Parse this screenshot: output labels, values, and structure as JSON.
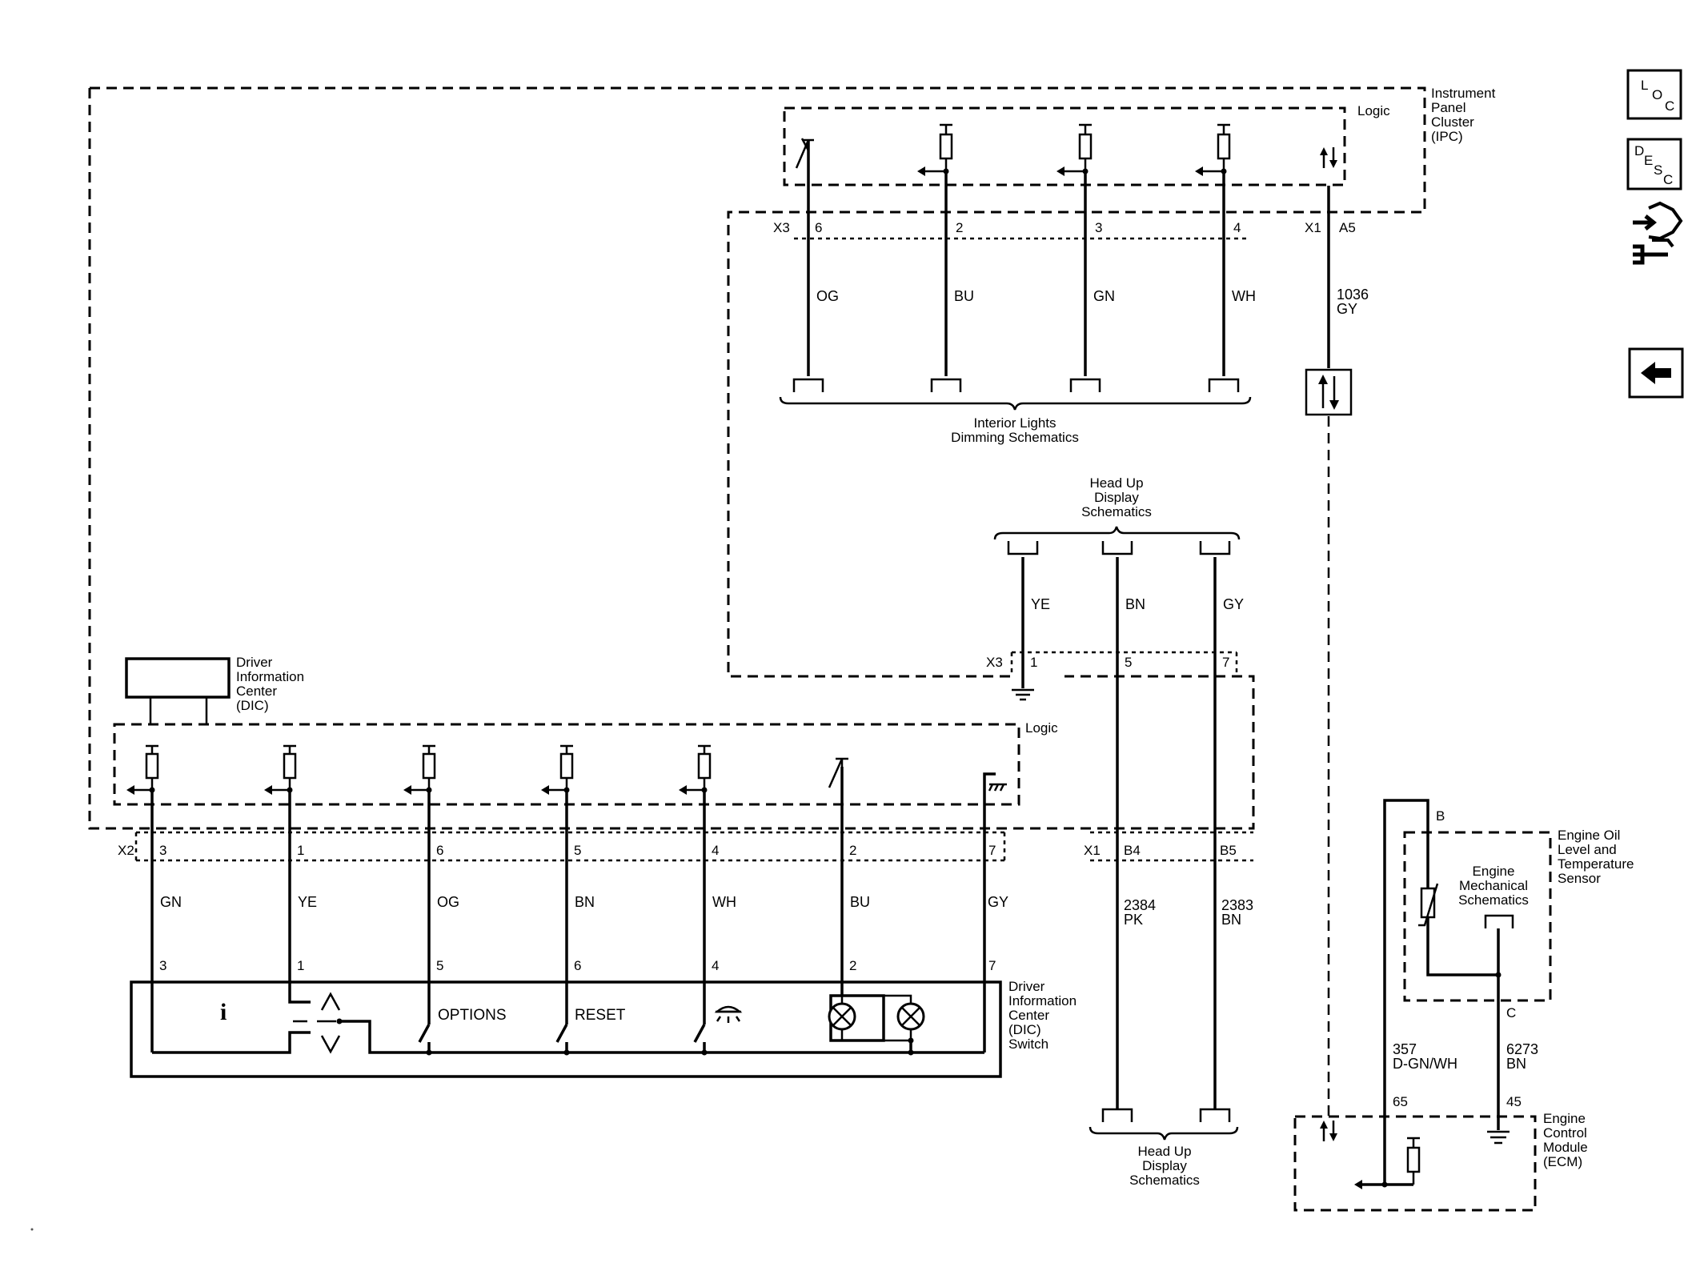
{
  "ipc": {
    "name": "Instrument Panel Cluster (IPC)",
    "name_lines": [
      "Instrument",
      "Panel",
      "Cluster",
      "(IPC)"
    ],
    "logic": "Logic",
    "x3": "X3",
    "x1": "X1",
    "pins": [
      "6",
      "2",
      "3",
      "4"
    ],
    "pin_a5": "A5",
    "wires": [
      "OG",
      "BU",
      "GN",
      "WH"
    ],
    "wire_1036_circuit": "1036",
    "wire_1036_color": "GY",
    "x3b": "X3",
    "x1b": "X1",
    "hud_pins": [
      "1",
      "5",
      "7",
      "B4",
      "B5"
    ],
    "x2": "X2",
    "dic_pins": [
      "3",
      "1",
      "6",
      "5",
      "4",
      "2",
      "7"
    ]
  },
  "interior_lights": [
    "Interior Lights",
    "Dimming Schematics"
  ],
  "hud_top": {
    "label": [
      "Head Up",
      "Display",
      "Schematics"
    ],
    "wires": [
      "YE",
      "BN",
      "GY"
    ]
  },
  "hud_bottom": {
    "label": [
      "Head Up",
      "Display",
      "Schematics"
    ],
    "wires": [
      {
        "circuit": "2384",
        "color": "PK"
      },
      {
        "circuit": "2383",
        "color": "BN"
      }
    ]
  },
  "dic": {
    "name_lines": [
      "Driver",
      "Information",
      "Center",
      "(DIC)"
    ],
    "logic": "Logic",
    "wires": [
      "GN",
      "YE",
      "OG",
      "BN",
      "WH",
      "BU",
      "GY"
    ],
    "switch_pins": [
      "3",
      "1",
      "5",
      "6",
      "4",
      "2",
      "7"
    ]
  },
  "dic_switch": {
    "name_lines": [
      "Driver",
      "Information",
      "Center",
      "(DIC)",
      "Switch"
    ],
    "info_symbol": "i",
    "options": "OPTIONS",
    "reset": "RESET"
  },
  "oil_sensor": {
    "name_lines": [
      "Engine Oil",
      "Level and",
      "Temperature",
      "Sensor"
    ],
    "pin_b": "B",
    "pin_c": "C",
    "mech": [
      "Engine",
      "Mechanical",
      "Schematics"
    ]
  },
  "ecm_wires": [
    {
      "circuit": "357",
      "color": "D-GN/WH",
      "pin": "65"
    },
    {
      "circuit": "6273",
      "color": "BN",
      "pin": "45"
    }
  ],
  "ecm": {
    "name_lines": [
      "Engine",
      "Control",
      "Module",
      "(ECM)"
    ]
  },
  "sidebar": {
    "loc": [
      "L",
      "O",
      "C"
    ],
    "desc": [
      "D",
      "E",
      "S",
      "C"
    ],
    "connector_icon": "connector-tool-icon",
    "back_icon": "back-arrow-icon"
  }
}
